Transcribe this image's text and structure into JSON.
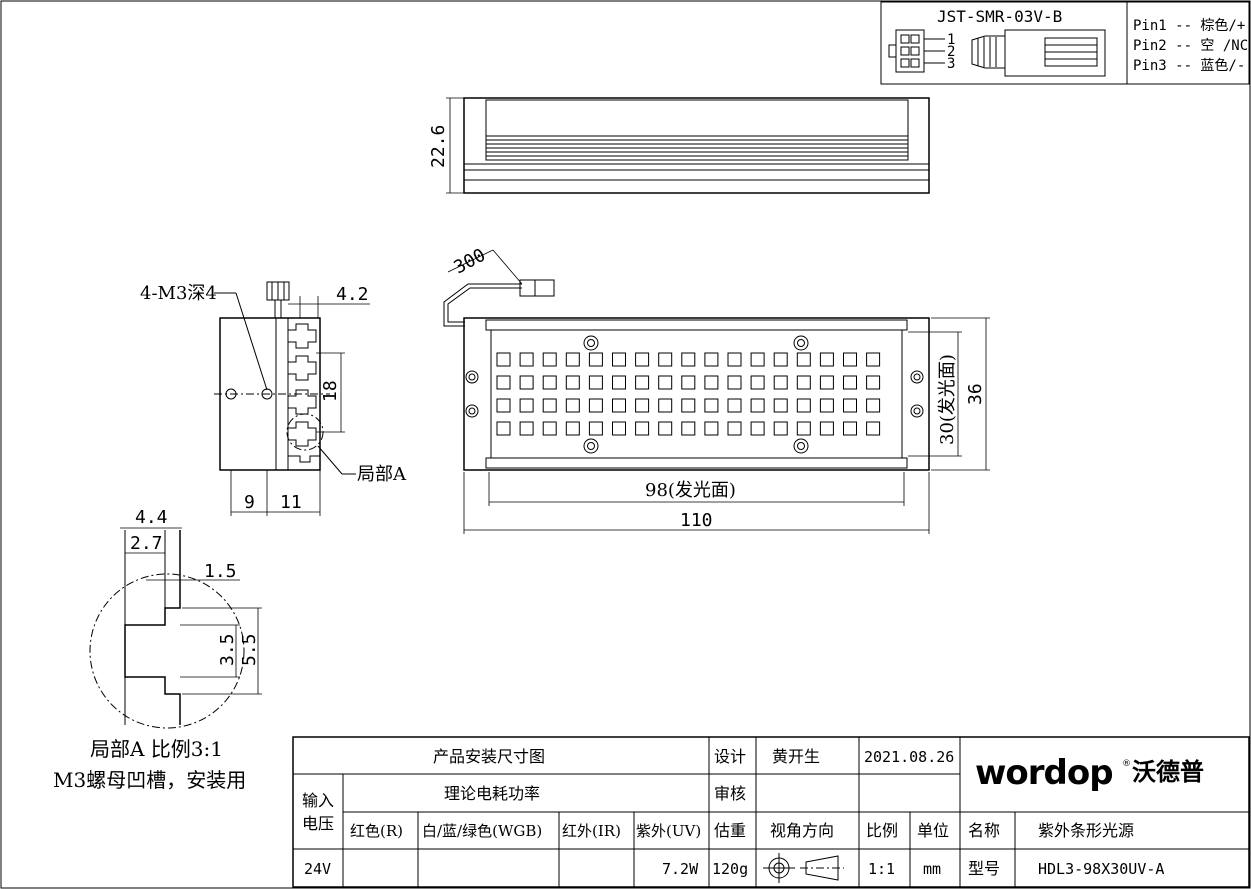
{
  "connector": {
    "model": "JST-SMR-03V-B",
    "pin_numbers": [
      "1",
      "2",
      "3"
    ],
    "pins": [
      "Pin1 -- 棕色/+",
      "Pin2 -- 空 /NC",
      "Pin3 -- 蓝色/-"
    ]
  },
  "dimensions": {
    "height": "22.6",
    "cable": "300",
    "thread": "4-M3深4",
    "side_offset": "4.2",
    "hole_spacing": "18",
    "side_9": "9",
    "side_11": "11",
    "detail_ref": "局部A",
    "emit_width": "98(发光面)",
    "total_width": "110",
    "emit_height": "30(发光面)",
    "total_height": "36",
    "d_4_4": "4.4",
    "d_2_7": "2.7",
    "d_1_5": "1.5",
    "d_3_5": "3.5",
    "d_5_5": "5.5"
  },
  "detail_note": {
    "line1": "局部A 比例3:1",
    "line2": "M3螺母凹槽，安装用"
  },
  "title_block": {
    "drawing_title": "产品安装尺寸图",
    "design_label": "设计",
    "designer": "黄开生",
    "date": "2021.08.26",
    "review_label": "审核",
    "power_label": "理论电耗功率",
    "voltage_label_1": "输入",
    "voltage_label_2": "电压",
    "col_red": "红色(R)",
    "col_wbg": "白/蓝/绿色(WGB)",
    "col_ir": "红外(IR)",
    "col_uv": "紫外(UV)",
    "weight_label": "估重",
    "view_label": "视角方向",
    "scale_label": "比例",
    "unit_label": "单位",
    "name_label": "名称",
    "name_value": "紫外条形光源",
    "voltage": "24V",
    "uv_power": "7.2W",
    "weight": "120g",
    "scale": "1:1",
    "unit": "mm",
    "model_label": "型号",
    "model_value": "HDL3-98X30UV-A"
  },
  "brand": {
    "logo_text": "wordop",
    "logo_cn": "沃德普",
    "logo_color": "#e60012"
  },
  "led_grid": {
    "rows": 4,
    "cols": 17
  }
}
